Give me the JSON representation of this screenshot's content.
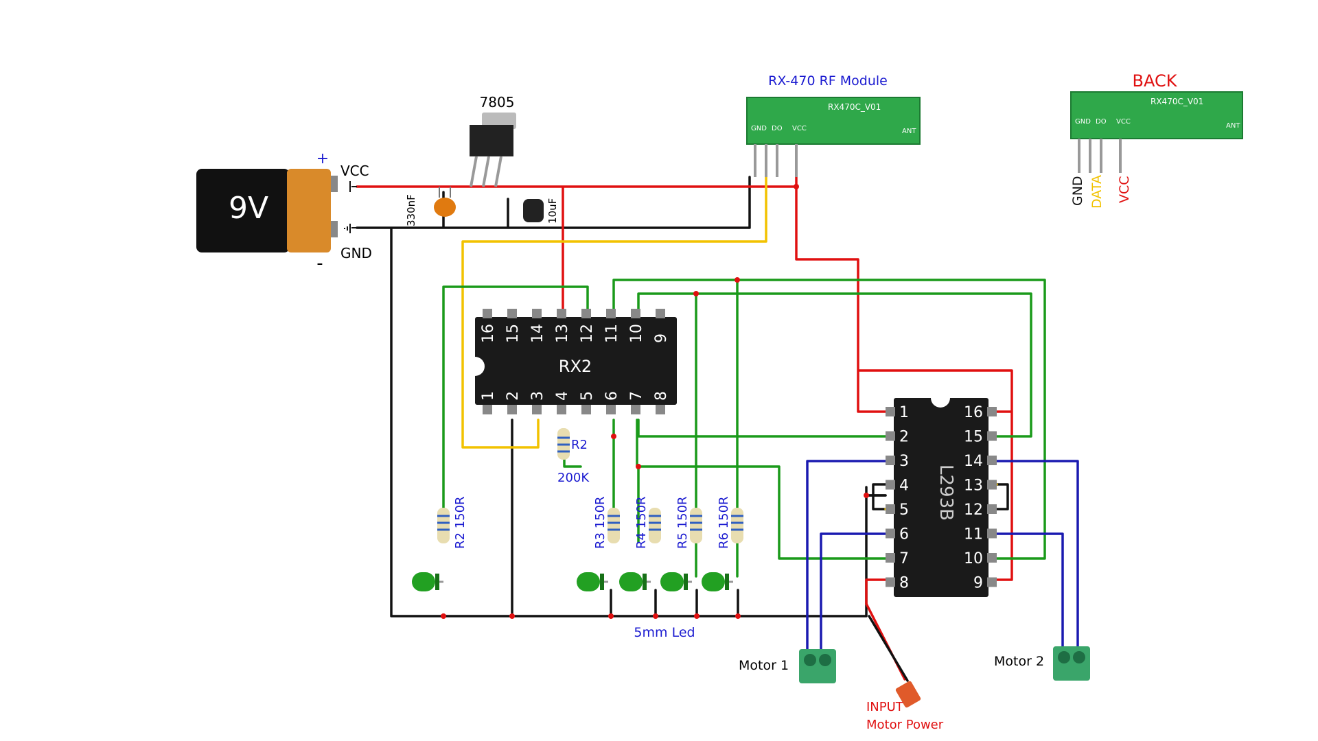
{
  "battery": {
    "voltage": "9V",
    "plus": "+",
    "minus": "-",
    "vcc": "VCC",
    "gnd": "GND"
  },
  "regulator": {
    "name": "7805"
  },
  "capacitors": {
    "c1": "330nF",
    "c2": "10uF"
  },
  "rf_module": {
    "title": "RX-470 RF Module",
    "board_text": "RX470C_V01",
    "pins": [
      "GND",
      "DO",
      "VCC"
    ],
    "ant": "ANT"
  },
  "back_view": {
    "title": "BACK",
    "board_text": "RX470C_V01",
    "pins": [
      "GND",
      "DO",
      "VCC"
    ],
    "ant": "ANT",
    "labels": [
      "GND",
      "DATA",
      "VCC"
    ]
  },
  "decoder": {
    "name": "RX2",
    "top_pins": [
      "16",
      "15",
      "14",
      "13",
      "12",
      "11",
      "10",
      "9"
    ],
    "bottom_pins": [
      "1",
      "2",
      "3",
      "4",
      "5",
      "6",
      "7",
      "8"
    ]
  },
  "driver": {
    "name": "L293B",
    "left_pins": [
      "1",
      "2",
      "3",
      "4",
      "5",
      "6",
      "7",
      "8"
    ],
    "right_pins": [
      "16",
      "15",
      "14",
      "13",
      "12",
      "11",
      "10",
      "9"
    ]
  },
  "resistors": {
    "r2_bias": "R2",
    "r2_bias_value": "200K",
    "led_r": [
      "R2 150R",
      "R3 150R",
      "R4 150R",
      "R5 150R",
      "R6 150R"
    ]
  },
  "leds_label": "5mm Led",
  "motor1": "Motor 1",
  "motor2": "Motor 2",
  "input_power": [
    "INPUT",
    "Motor Power"
  ],
  "colors": {
    "vcc": "#e01010",
    "gnd": "#111111",
    "data": "#f2c200",
    "signal": "#1a9a1a",
    "motor": "#1a1ab0",
    "chip": "#1a1a1a",
    "pcb": "#2fa84a",
    "terminal": "#3aa56a"
  }
}
